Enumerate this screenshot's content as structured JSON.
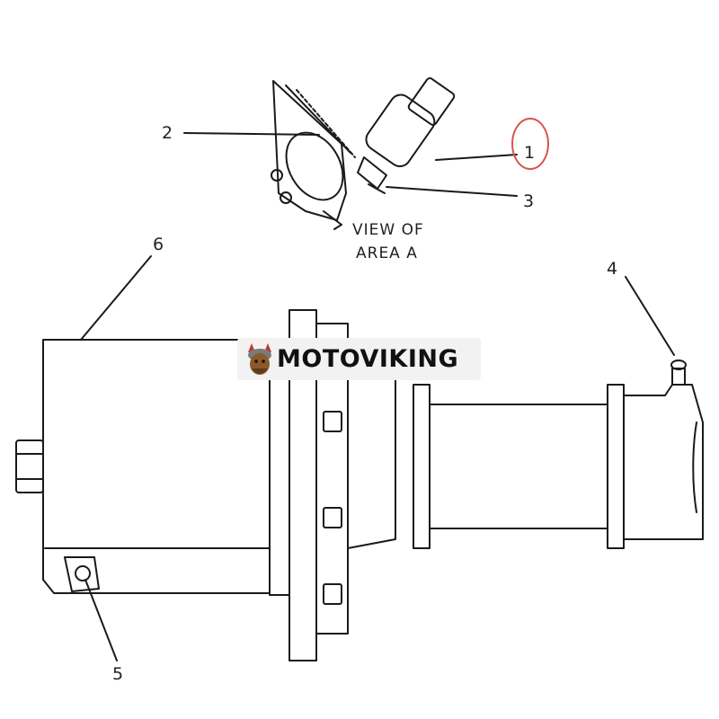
{
  "callouts": {
    "c1": "1",
    "c2": "2",
    "c3": "3",
    "c4": "4",
    "c5": "5",
    "c6": "6"
  },
  "view_label": {
    "line1": "VIEW OF",
    "line2": "AREA A"
  },
  "watermark": {
    "text": "MOTOVIKING",
    "logo_icon": "viking-head-icon"
  },
  "colors": {
    "line": "#1a1a1a",
    "highlight_circle": "#d9534f",
    "watermark_bg": "#f2f2f2",
    "logo_red": "#c0392b",
    "logo_brown": "#8b5a2b"
  }
}
